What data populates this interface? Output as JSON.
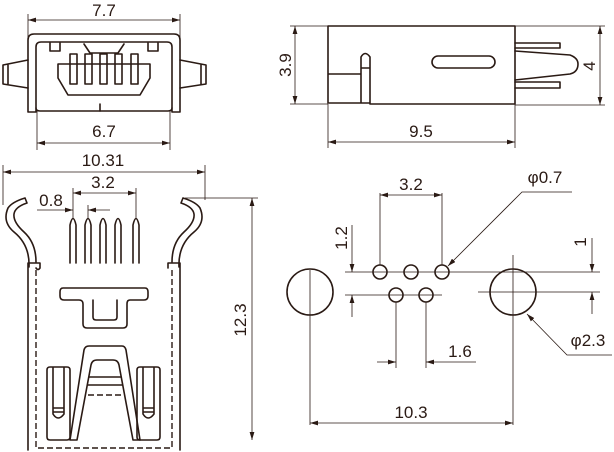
{
  "title": "Mini USB 5-pin female connector drawing",
  "colors": {
    "line": "#2a1a14",
    "background": "#ffffff"
  },
  "front_view": {
    "width_outer": "7.7",
    "width_inner": "6.7"
  },
  "side_view": {
    "height": "3.9",
    "length": "9.5",
    "pin_height": "4"
  },
  "top_view": {
    "overall_width": "10.31",
    "pin_span": "3.2",
    "pin_pitch": "0.8",
    "length": "12.3"
  },
  "footprint": {
    "pin_span": "3.2",
    "pin_hole_dia": "φ0.7",
    "row_offset": "1.2",
    "row_to_post": "1",
    "post_dia": "φ2.3",
    "bottom_pitch": "1.6",
    "post_spacing": "10.3"
  }
}
